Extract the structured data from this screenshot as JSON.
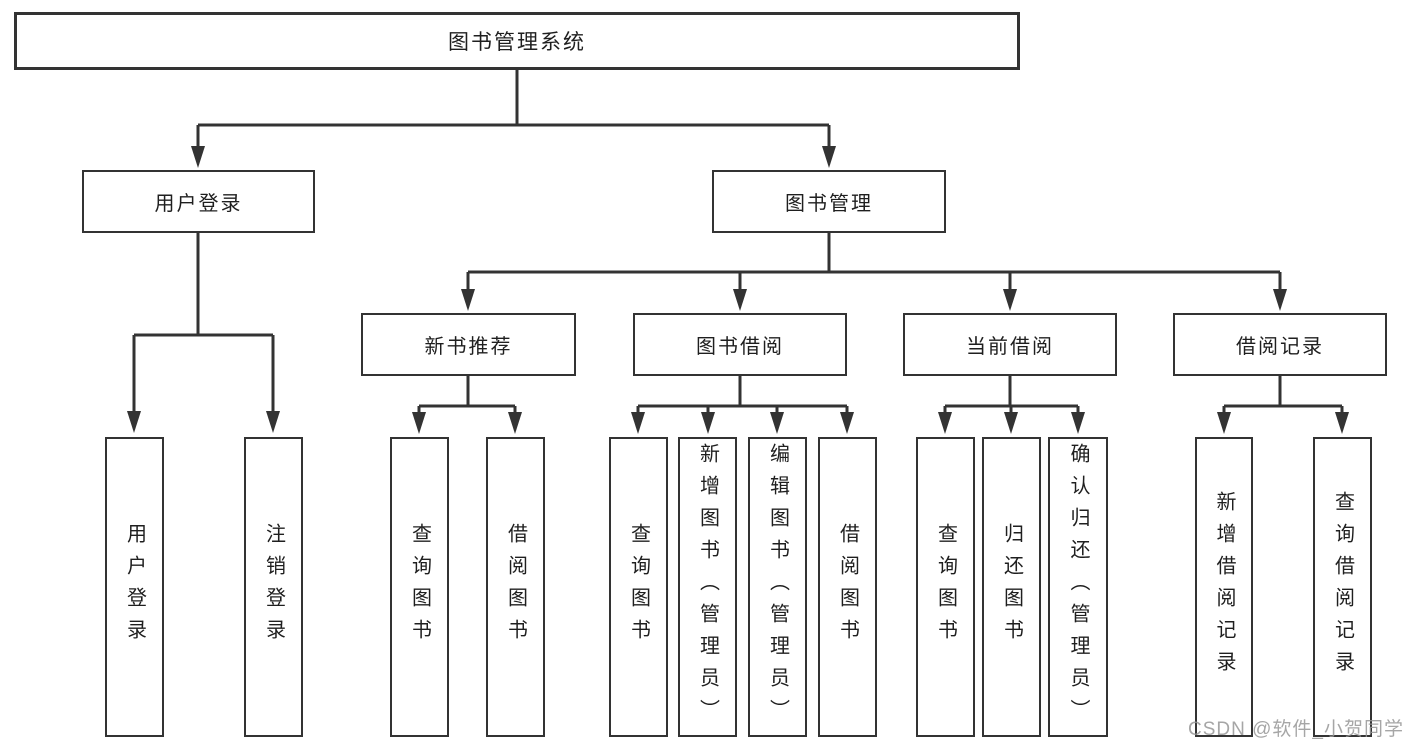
{
  "tree": {
    "label": "图书管理系统",
    "children": [
      {
        "label": "用户登录",
        "children": [
          {
            "label": "用户登录"
          },
          {
            "label": "注销登录"
          }
        ]
      },
      {
        "label": "图书管理",
        "children": [
          {
            "label": "新书推荐",
            "children": [
              {
                "label": "查询图书"
              },
              {
                "label": "借阅图书"
              }
            ]
          },
          {
            "label": "图书借阅",
            "children": [
              {
                "label": "查询图书"
              },
              {
                "label": "新增图书（管理员）"
              },
              {
                "label": "编辑图书（管理员）"
              },
              {
                "label": "借阅图书"
              }
            ]
          },
          {
            "label": "当前借阅",
            "children": [
              {
                "label": "查询图书"
              },
              {
                "label": "归还图书"
              },
              {
                "label": "确认归还（管理员）"
              }
            ]
          },
          {
            "label": "借阅记录",
            "children": [
              {
                "label": "新增借阅记录"
              },
              {
                "label": "查询借阅记录"
              }
            ]
          }
        ]
      }
    ]
  },
  "watermark": "CSDN @软件_小贺同学",
  "colors": {
    "line": "#333333",
    "box_border": "#333333",
    "box_background": "#ffffff",
    "text": "#1f1f1f",
    "watermark": "#969696"
  }
}
